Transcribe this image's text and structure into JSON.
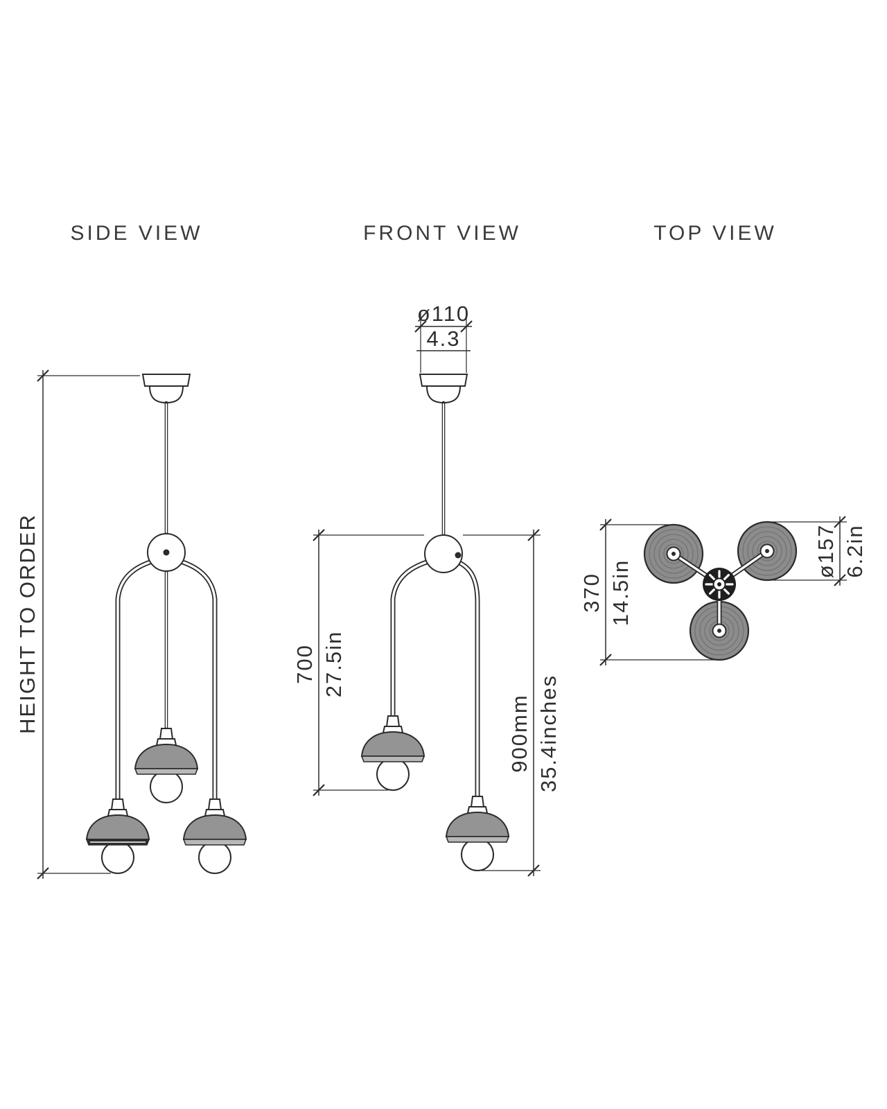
{
  "colors": {
    "line": "#2b2b2b",
    "text": "#3a3a3a",
    "shade": "#949494",
    "rim": "#b8b8b8",
    "rim_dark": "#2e2e2e",
    "disc": "#8c8c8c",
    "hub": "#1f1f1f"
  },
  "views": {
    "side": {
      "title": "SIDE VIEW",
      "dims": {
        "height": "HEIGHT  TO  ORDER"
      }
    },
    "front": {
      "title": "FRONT VIEW",
      "dims": {
        "canopy_mm": "ø110",
        "canopy_in": "4.3",
        "drop_mm": "700",
        "drop_in": "27.5in",
        "overall_mm": "900mm",
        "overall_in": "35.4inches"
      }
    },
    "top": {
      "title": "TOP VIEW",
      "dims": {
        "spread_mm": "370",
        "spread_in": "14.5in",
        "shade_dia_mm": "ø157",
        "shade_dia_in": "6.2in"
      }
    }
  }
}
